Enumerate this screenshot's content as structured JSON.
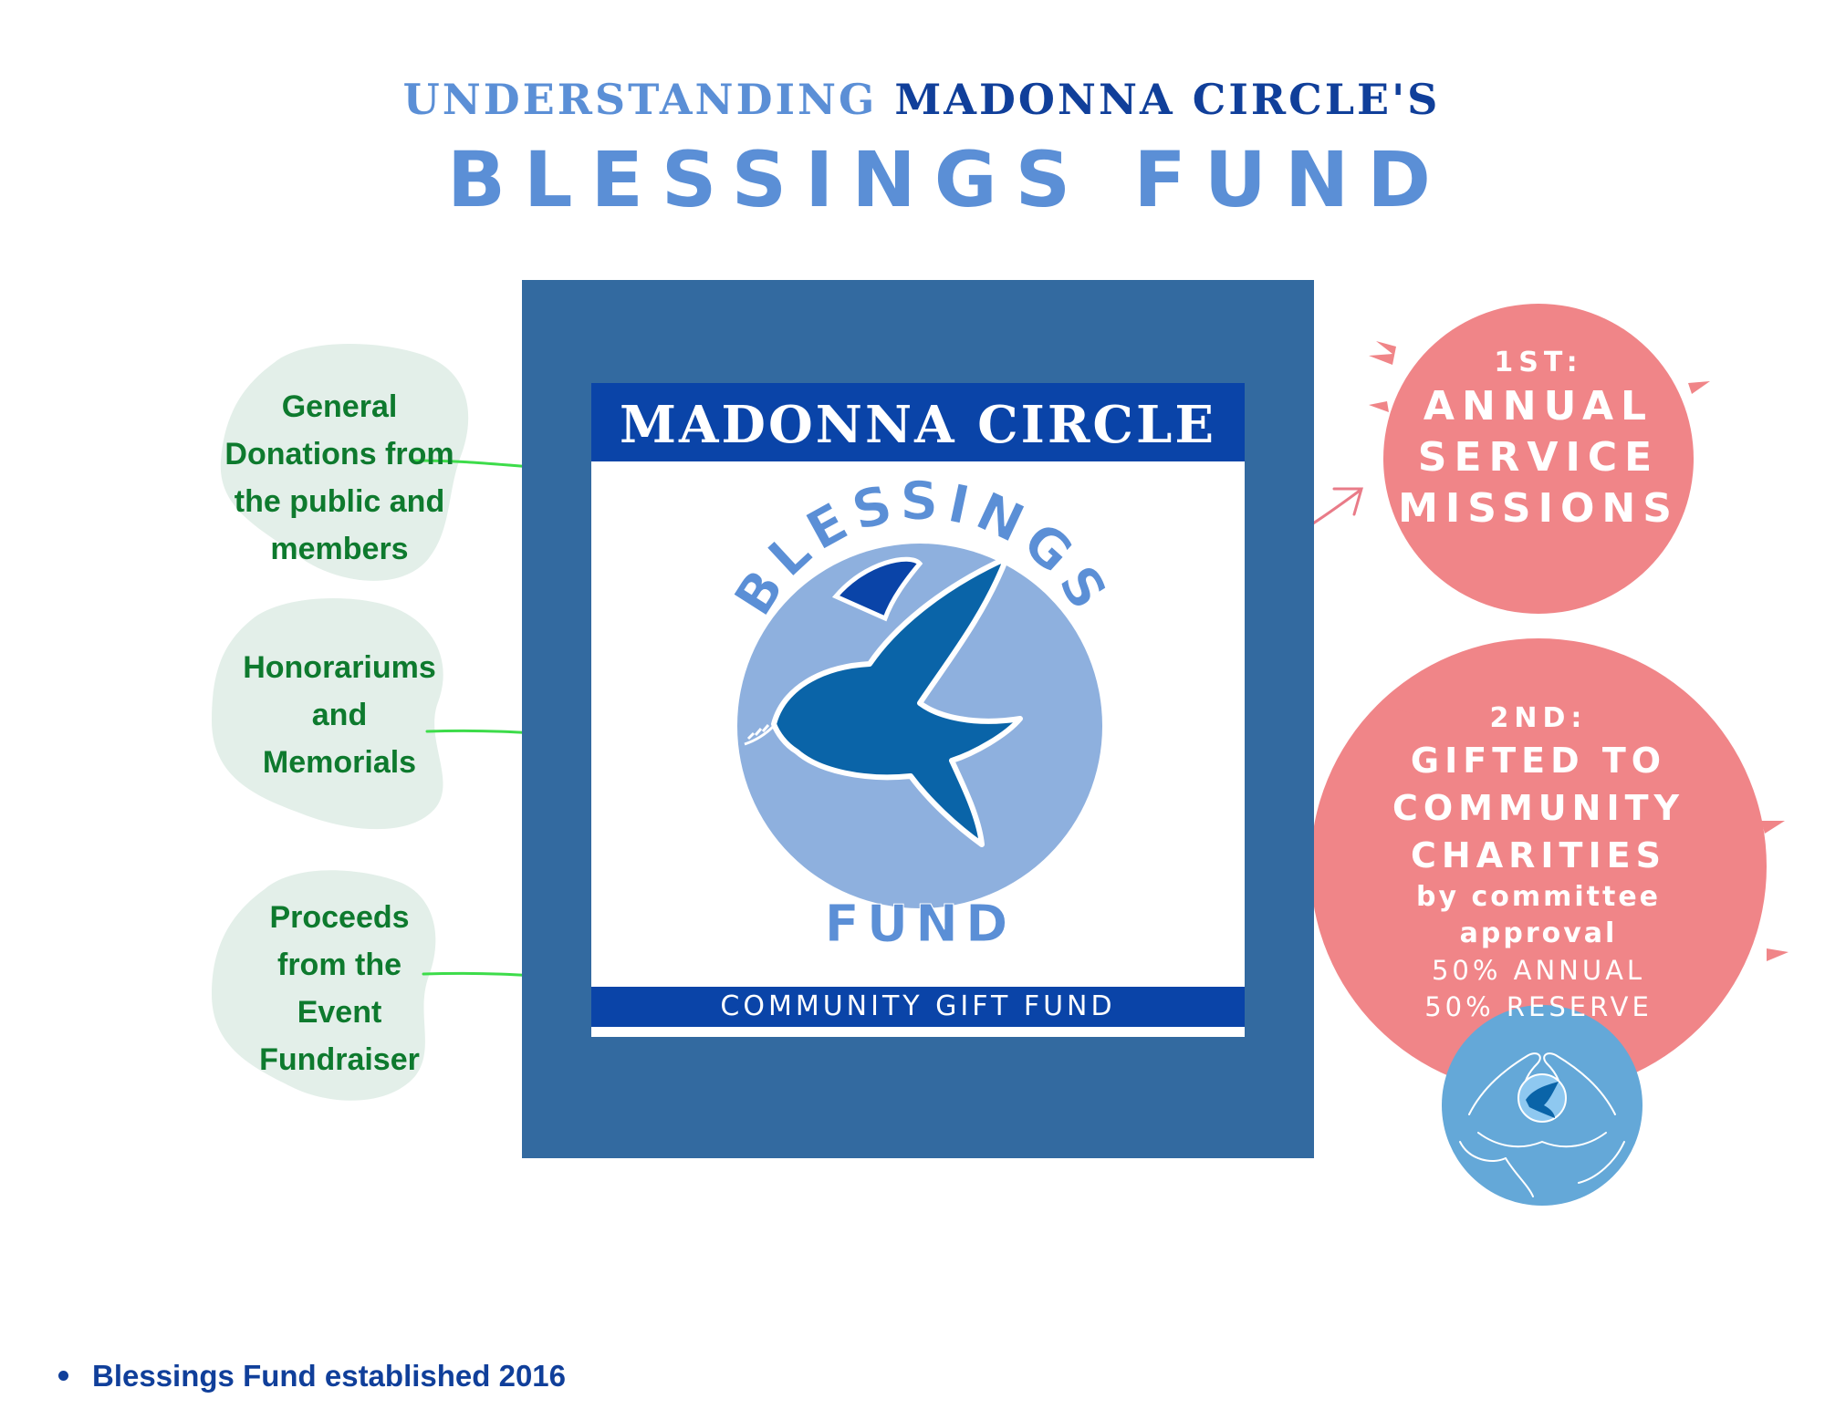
{
  "title": {
    "prefix": "UNDERSTANDING",
    "org": "MADONNA CIRCLE'S",
    "main": "BLESSINGS FUND"
  },
  "center": {
    "header": "MADONNA CIRCLE",
    "logo_top": "BLESSINGS",
    "logo_bottom": "FUND",
    "footer": "COMMUNITY GIFT FUND"
  },
  "sources": [
    {
      "lines": [
        "General",
        "Donations from",
        "the public and",
        "members"
      ]
    },
    {
      "lines": [
        "Honorariums",
        "and",
        "Memorials"
      ]
    },
    {
      "lines": [
        "Proceeds",
        "from the",
        "Event",
        "Fundraiser"
      ]
    }
  ],
  "uses": {
    "first": {
      "rank": "1ST:",
      "lines": [
        "ANNUAL",
        "SERVICE",
        "MISSIONS"
      ]
    },
    "second": {
      "rank": "2ND:",
      "lines": [
        "GIFTED TO",
        "COMMUNITY",
        "CHARITIES"
      ],
      "sub": [
        "by committee",
        "approval"
      ],
      "split": [
        "50% ANNUAL",
        "50% RESERVE"
      ]
    }
  },
  "note": "Blessings Fund established 2016",
  "colors": {
    "title_light": "#5b8fd6",
    "title_dark": "#103f9a",
    "panel": "#336aa0",
    "banner": "#0a44a8",
    "source_text": "#0e7a2e",
    "blob_fill": "#e3efe9",
    "arrow_green": "#3ddc4a",
    "circle_pink": "#f08588",
    "arrow_pink": "#e97b88",
    "dove": "#0a64a8",
    "logo_circle": "#8eb0de",
    "hands_circle": "#64a8d8"
  }
}
